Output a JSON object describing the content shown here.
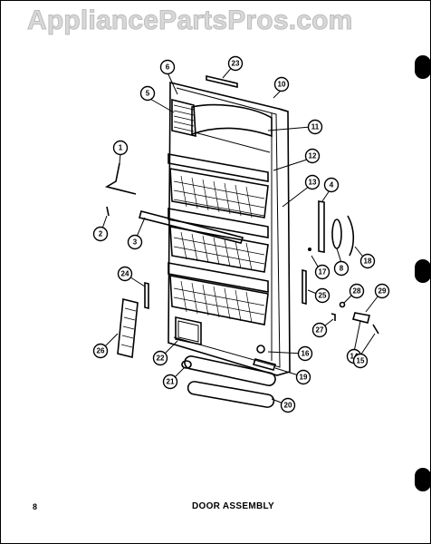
{
  "watermark": "AppliancePartsPros.com",
  "footer": {
    "page_number": "8",
    "title": "DOOR ASSEMBLY"
  },
  "callouts": {
    "c1": "1",
    "c2": "2",
    "c3": "3",
    "c4": "4",
    "c5": "5",
    "c6": "6",
    "c8": "8",
    "c10": "10",
    "c11": "11",
    "c12": "12",
    "c13": "13",
    "c14": "14",
    "c15": "15",
    "c16": "16",
    "c17": "17",
    "c18": "18",
    "c19": "19",
    "c20": "20",
    "c21": "21",
    "c22": "22",
    "c23": "23",
    "c24": "24",
    "c25": "25",
    "c26": "26",
    "c27": "27",
    "c28": "28",
    "c29": "29"
  }
}
